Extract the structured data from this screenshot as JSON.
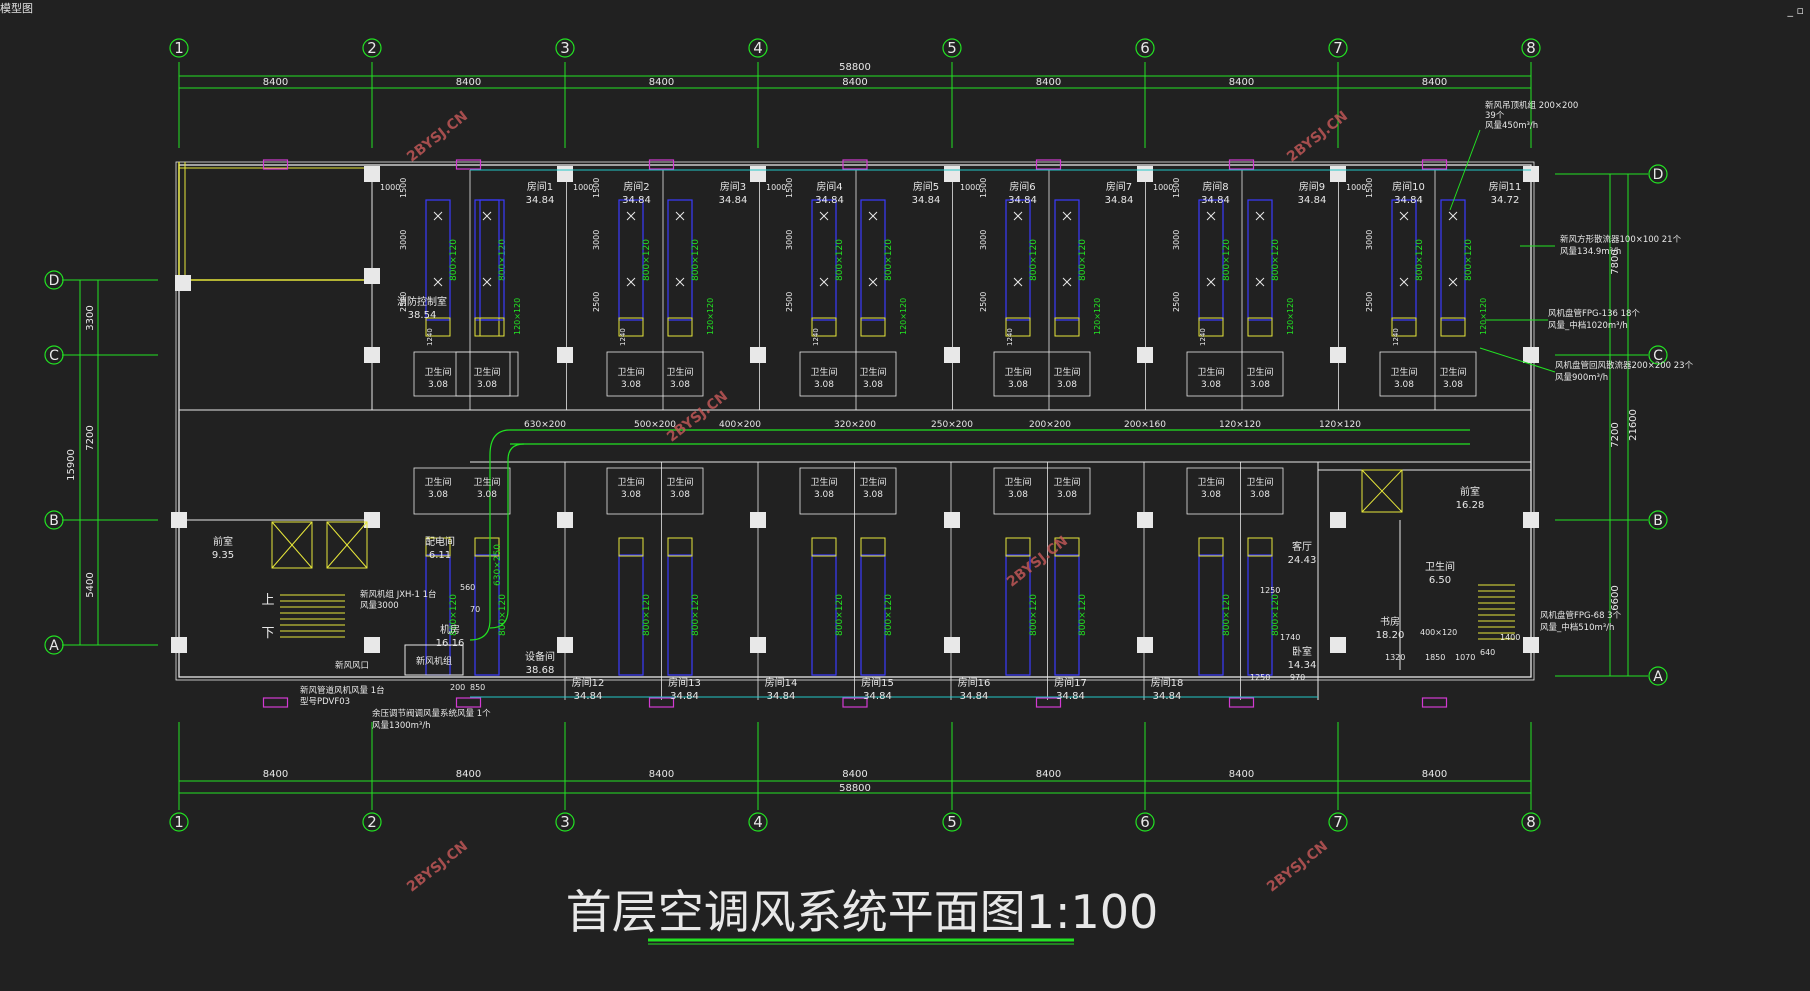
{
  "window": {
    "tab_label": "模型图",
    "controls": "_ ▫"
  },
  "drawing": {
    "title": "首层空调风系统平面图1:100",
    "watermark": "2BYSJ.CN",
    "total_dimension": "58800",
    "bay_dimension": "8400",
    "depth_total": "21600",
    "left_depth": "15900",
    "left_segments": [
      "3300",
      "7200",
      "5400"
    ],
    "right_segments": [
      "7800",
      "7200",
      "6600"
    ],
    "column_labels": [
      "1",
      "2",
      "3",
      "4",
      "5",
      "6",
      "7",
      "8"
    ],
    "row_labels": [
      "D",
      "C",
      "B",
      "A"
    ],
    "rooms_top": [
      {
        "name": "房间1",
        "area": "34.84"
      },
      {
        "name": "房间2",
        "area": "34.84"
      },
      {
        "name": "房间3",
        "area": "34.84"
      },
      {
        "name": "房间4",
        "area": "34.84"
      },
      {
        "name": "房间5",
        "area": "34.84"
      },
      {
        "name": "房间6",
        "area": "34.84"
      },
      {
        "name": "房间7",
        "area": "34.84"
      },
      {
        "name": "房间8",
        "area": "34.84"
      },
      {
        "name": "房间9",
        "area": "34.84"
      },
      {
        "name": "房间10",
        "area": "34.84"
      },
      {
        "name": "房间11",
        "area": "34.72"
      }
    ],
    "rooms_bottom": [
      {
        "name": "房间12",
        "area": "34.84"
      },
      {
        "name": "房间13",
        "area": "34.84"
      },
      {
        "name": "房间14",
        "area": "34.84"
      },
      {
        "name": "房间15",
        "area": "34.84"
      },
      {
        "name": "房间16",
        "area": "34.84"
      },
      {
        "name": "房间17",
        "area": "34.84"
      },
      {
        "name": "房间18",
        "area": "34.84"
      }
    ],
    "bath_label": "卫生间",
    "bath_area": "3.08",
    "special_rooms": {
      "fire_control": {
        "name": "消防控制室",
        "area": "38.54"
      },
      "front_room_left": {
        "name": "前室",
        "area": "9.35"
      },
      "power_room": {
        "name": "配电间",
        "area": "6.11"
      },
      "machine_room": {
        "name": "机房",
        "area": "16.16"
      },
      "equipment_room": {
        "name": "设备间",
        "area": "38.68"
      },
      "front_room_right": {
        "name": "前室",
        "area": "16.28"
      },
      "wc_right": {
        "name": "卫生间",
        "area": "6.50"
      },
      "lobby": {
        "name": "客厅",
        "area": "24.43"
      },
      "bedroom": {
        "name": "卧室",
        "area": "14.34"
      },
      "kitchen": {
        "name": "书房",
        "area": "18.20"
      },
      "fan_box": "新风机组"
    },
    "stair_up": "上",
    "stair_down": "下",
    "annotations": {
      "top_right_1": "新风吊顶机组 200×200",
      "top_right_2": "39个",
      "top_right_3": "风量450m³/h",
      "right_1a": "新风方形散流器100×100 21个",
      "right_1b": "风量134.9m³/h",
      "right_2a": "风机盘管FPG-136 18个",
      "right_2b": "风量_中档1020m³/h",
      "right_3a": "风机盘管回风散流器200×200 23个",
      "right_3b": "风量900m³/h",
      "right_4a": "风机盘管FPG-68 3个",
      "right_4b": "风量_中档510m³/h",
      "left_1": "新风机组 JXH-1 1台",
      "left_1b": "风量3000",
      "left_2": "新风风口",
      "left_3": "新风管道风机风量 1台",
      "left_3b": "型号PDVF03",
      "left_4": "余压调节阀调风量系统风量 1个",
      "left_4b": "风量1300m³/h"
    },
    "duct_sizes": [
      "630×200",
      "500×200",
      "400×200",
      "320×200",
      "250×200",
      "200×200",
      "200×160",
      "120×120",
      "120×120",
      "630×250"
    ],
    "dims_room": [
      "1000",
      "1500",
      "3000",
      "2500",
      "1240",
      "800×120",
      "120×120"
    ],
    "misc_dims": [
      "1250",
      "1320",
      "1850",
      "1070",
      "640",
      "970",
      "1400",
      "1740",
      "400×120",
      "200",
      "850",
      "560",
      "70",
      "1250"
    ]
  }
}
